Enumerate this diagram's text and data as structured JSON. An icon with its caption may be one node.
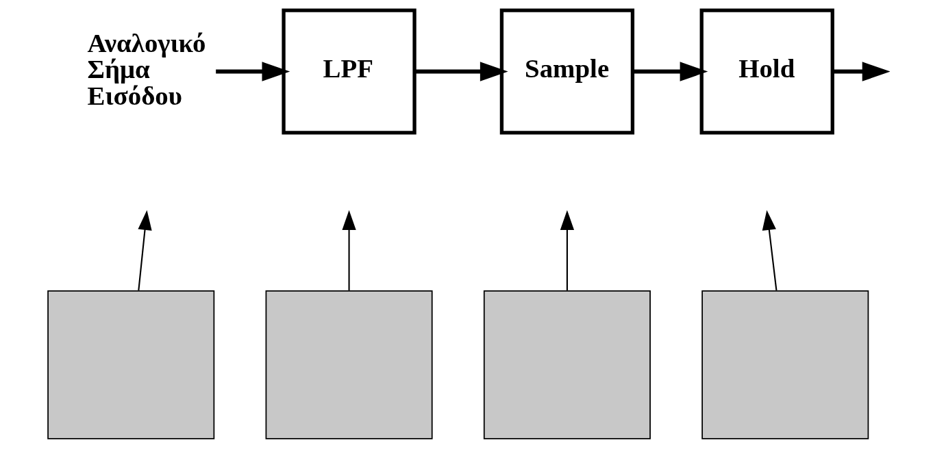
{
  "diagram": {
    "nodes": [
      {
        "text": [
          "Αναλογικό Σήμα Εισόδου"
        ]
      },
      {
        "text": [
          "LPF"
        ]
      },
      {
        "text": [
          "Sample"
        ]
      },
      {
        "text": [
          "Hold"
        ]
      },
      {
        "text": [],
        "shape": "box"
      },
      {
        "text": [],
        "shape": "box"
      },
      {
        "text": [],
        "shape": "box"
      },
      {
        "text": [],
        "shape": "box"
      }
    ],
    "edges": [
      {
        "from": 0,
        "to": 1,
        "arrow": "to",
        "style": "thick"
      },
      {
        "from": 1,
        "to": 2,
        "arrow": "to",
        "style": "thick"
      },
      {
        "from": 2,
        "to": 3,
        "arrow": "to",
        "style": "thick"
      },
      {
        "from": 3,
        "to": null,
        "arrow": "to",
        "style": "thick"
      },
      {
        "from": 4,
        "to": null,
        "arrow": "to"
      },
      {
        "from": 5,
        "to": null,
        "arrow": "to"
      },
      {
        "from": 6,
        "to": null,
        "arrow": "to"
      },
      {
        "from": 7,
        "to": null,
        "arrow": "to"
      }
    ]
  }
}
